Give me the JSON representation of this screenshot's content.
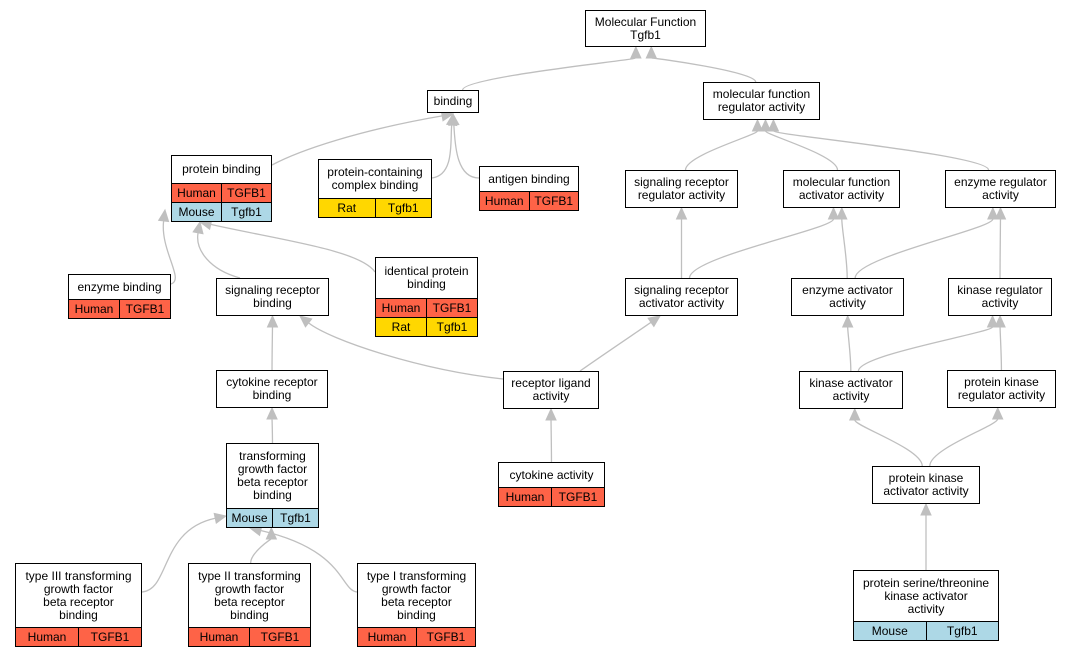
{
  "colors": {
    "human": "#fe6347",
    "mouse": "#add8e6",
    "rat": "#ffd700",
    "edge": "#bfbfbf"
  },
  "nodes": [
    {
      "id": "mf",
      "lines": [
        "Molecular Function",
        "Tgfb1"
      ],
      "rows": []
    },
    {
      "id": "binding",
      "lines": [
        "binding"
      ],
      "rows": []
    },
    {
      "id": "mfra",
      "lines": [
        "molecular function",
        "regulator activity"
      ],
      "rows": []
    },
    {
      "id": "pb",
      "lines": [
        "protein binding"
      ],
      "rows": [
        {
          "species": "human",
          "cells": [
            "Human",
            "TGFB1"
          ]
        },
        {
          "species": "mouse",
          "cells": [
            "Mouse",
            "Tgfb1"
          ]
        }
      ]
    },
    {
      "id": "pccb",
      "lines": [
        "protein-containing",
        "complex binding"
      ],
      "rows": [
        {
          "species": "rat",
          "cells": [
            "Rat",
            "Tgfb1"
          ]
        }
      ]
    },
    {
      "id": "ab",
      "lines": [
        "antigen binding"
      ],
      "rows": [
        {
          "species": "human",
          "cells": [
            "Human",
            "TGFB1"
          ]
        }
      ]
    },
    {
      "id": "srra",
      "lines": [
        "signaling receptor",
        "regulator activity"
      ],
      "rows": []
    },
    {
      "id": "mfaa",
      "lines": [
        "molecular function",
        "activator activity"
      ],
      "rows": []
    },
    {
      "id": "era",
      "lines": [
        "enzyme regulator",
        "activity"
      ],
      "rows": []
    },
    {
      "id": "eb",
      "lines": [
        "enzyme binding"
      ],
      "rows": [
        {
          "species": "human",
          "cells": [
            "Human",
            "TGFB1"
          ]
        }
      ]
    },
    {
      "id": "srb",
      "lines": [
        "signaling receptor",
        "binding"
      ],
      "rows": []
    },
    {
      "id": "ipb",
      "lines": [
        "identical protein",
        "binding"
      ],
      "rows": [
        {
          "species": "human",
          "cells": [
            "Human",
            "TGFB1"
          ]
        },
        {
          "species": "rat",
          "cells": [
            "Rat",
            "Tgfb1"
          ]
        }
      ]
    },
    {
      "id": "sraa",
      "lines": [
        "signaling receptor",
        "activator activity"
      ],
      "rows": []
    },
    {
      "id": "eaa",
      "lines": [
        "enzyme activator",
        "activity"
      ],
      "rows": []
    },
    {
      "id": "kra",
      "lines": [
        "kinase regulator",
        "activity"
      ],
      "rows": []
    },
    {
      "id": "crb",
      "lines": [
        "cytokine receptor",
        "binding"
      ],
      "rows": []
    },
    {
      "id": "rla",
      "lines": [
        "receptor ligand",
        "activity"
      ],
      "rows": []
    },
    {
      "id": "kaa",
      "lines": [
        "kinase activator",
        "activity"
      ],
      "rows": []
    },
    {
      "id": "pkra",
      "lines": [
        "protein kinase",
        "regulator activity"
      ],
      "rows": []
    },
    {
      "id": "tgfbrb",
      "lines": [
        "transforming",
        "growth factor",
        "beta receptor",
        "binding"
      ],
      "rows": [
        {
          "species": "mouse",
          "cells": [
            "Mouse",
            "Tgfb1"
          ]
        }
      ]
    },
    {
      "id": "ca",
      "lines": [
        "cytokine activity"
      ],
      "rows": [
        {
          "species": "human",
          "cells": [
            "Human",
            "TGFB1"
          ]
        }
      ]
    },
    {
      "id": "pkaa",
      "lines": [
        "protein kinase",
        "activator activity"
      ],
      "rows": []
    },
    {
      "id": "t3",
      "lines": [
        "type III transforming",
        "growth factor",
        "beta receptor",
        "binding"
      ],
      "rows": [
        {
          "species": "human",
          "cells": [
            "Human",
            "TGFB1"
          ]
        }
      ]
    },
    {
      "id": "t2",
      "lines": [
        "type II transforming",
        "growth factor",
        "beta receptor",
        "binding"
      ],
      "rows": [
        {
          "species": "human",
          "cells": [
            "Human",
            "TGFB1"
          ]
        }
      ]
    },
    {
      "id": "t1",
      "lines": [
        "type I transforming",
        "growth factor",
        "beta receptor",
        "binding"
      ],
      "rows": [
        {
          "species": "human",
          "cells": [
            "Human",
            "TGFB1"
          ]
        }
      ]
    },
    {
      "id": "pstkaa",
      "lines": [
        "protein serine/threonine",
        "kinase activator",
        "activity"
      ],
      "rows": [
        {
          "species": "mouse",
          "cells": [
            "Mouse",
            "Tgfb1"
          ]
        }
      ]
    }
  ],
  "edges": [
    [
      "binding",
      "mf"
    ],
    [
      "mfra",
      "mf"
    ],
    [
      "pb",
      "binding"
    ],
    [
      "pccb",
      "binding"
    ],
    [
      "ab",
      "binding"
    ],
    [
      "srra",
      "mfra"
    ],
    [
      "mfaa",
      "mfra"
    ],
    [
      "era",
      "mfra"
    ],
    [
      "eb",
      "pb"
    ],
    [
      "srb",
      "pb"
    ],
    [
      "ipb",
      "pb"
    ],
    [
      "sraa",
      "srra"
    ],
    [
      "sraa",
      "mfaa"
    ],
    [
      "eaa",
      "mfaa"
    ],
    [
      "eaa",
      "era"
    ],
    [
      "kra",
      "era"
    ],
    [
      "crb",
      "srb"
    ],
    [
      "rla",
      "srb"
    ],
    [
      "rla",
      "sraa"
    ],
    [
      "kaa",
      "eaa"
    ],
    [
      "kaa",
      "kra"
    ],
    [
      "pkra",
      "kra"
    ],
    [
      "tgfbrb",
      "crb"
    ],
    [
      "ca",
      "rla"
    ],
    [
      "pkaa",
      "kaa"
    ],
    [
      "pkaa",
      "pkra"
    ],
    [
      "t3",
      "tgfbrb"
    ],
    [
      "t2",
      "tgfbrb"
    ],
    [
      "t1",
      "tgfbrb"
    ],
    [
      "pstkaa",
      "pkaa"
    ]
  ]
}
